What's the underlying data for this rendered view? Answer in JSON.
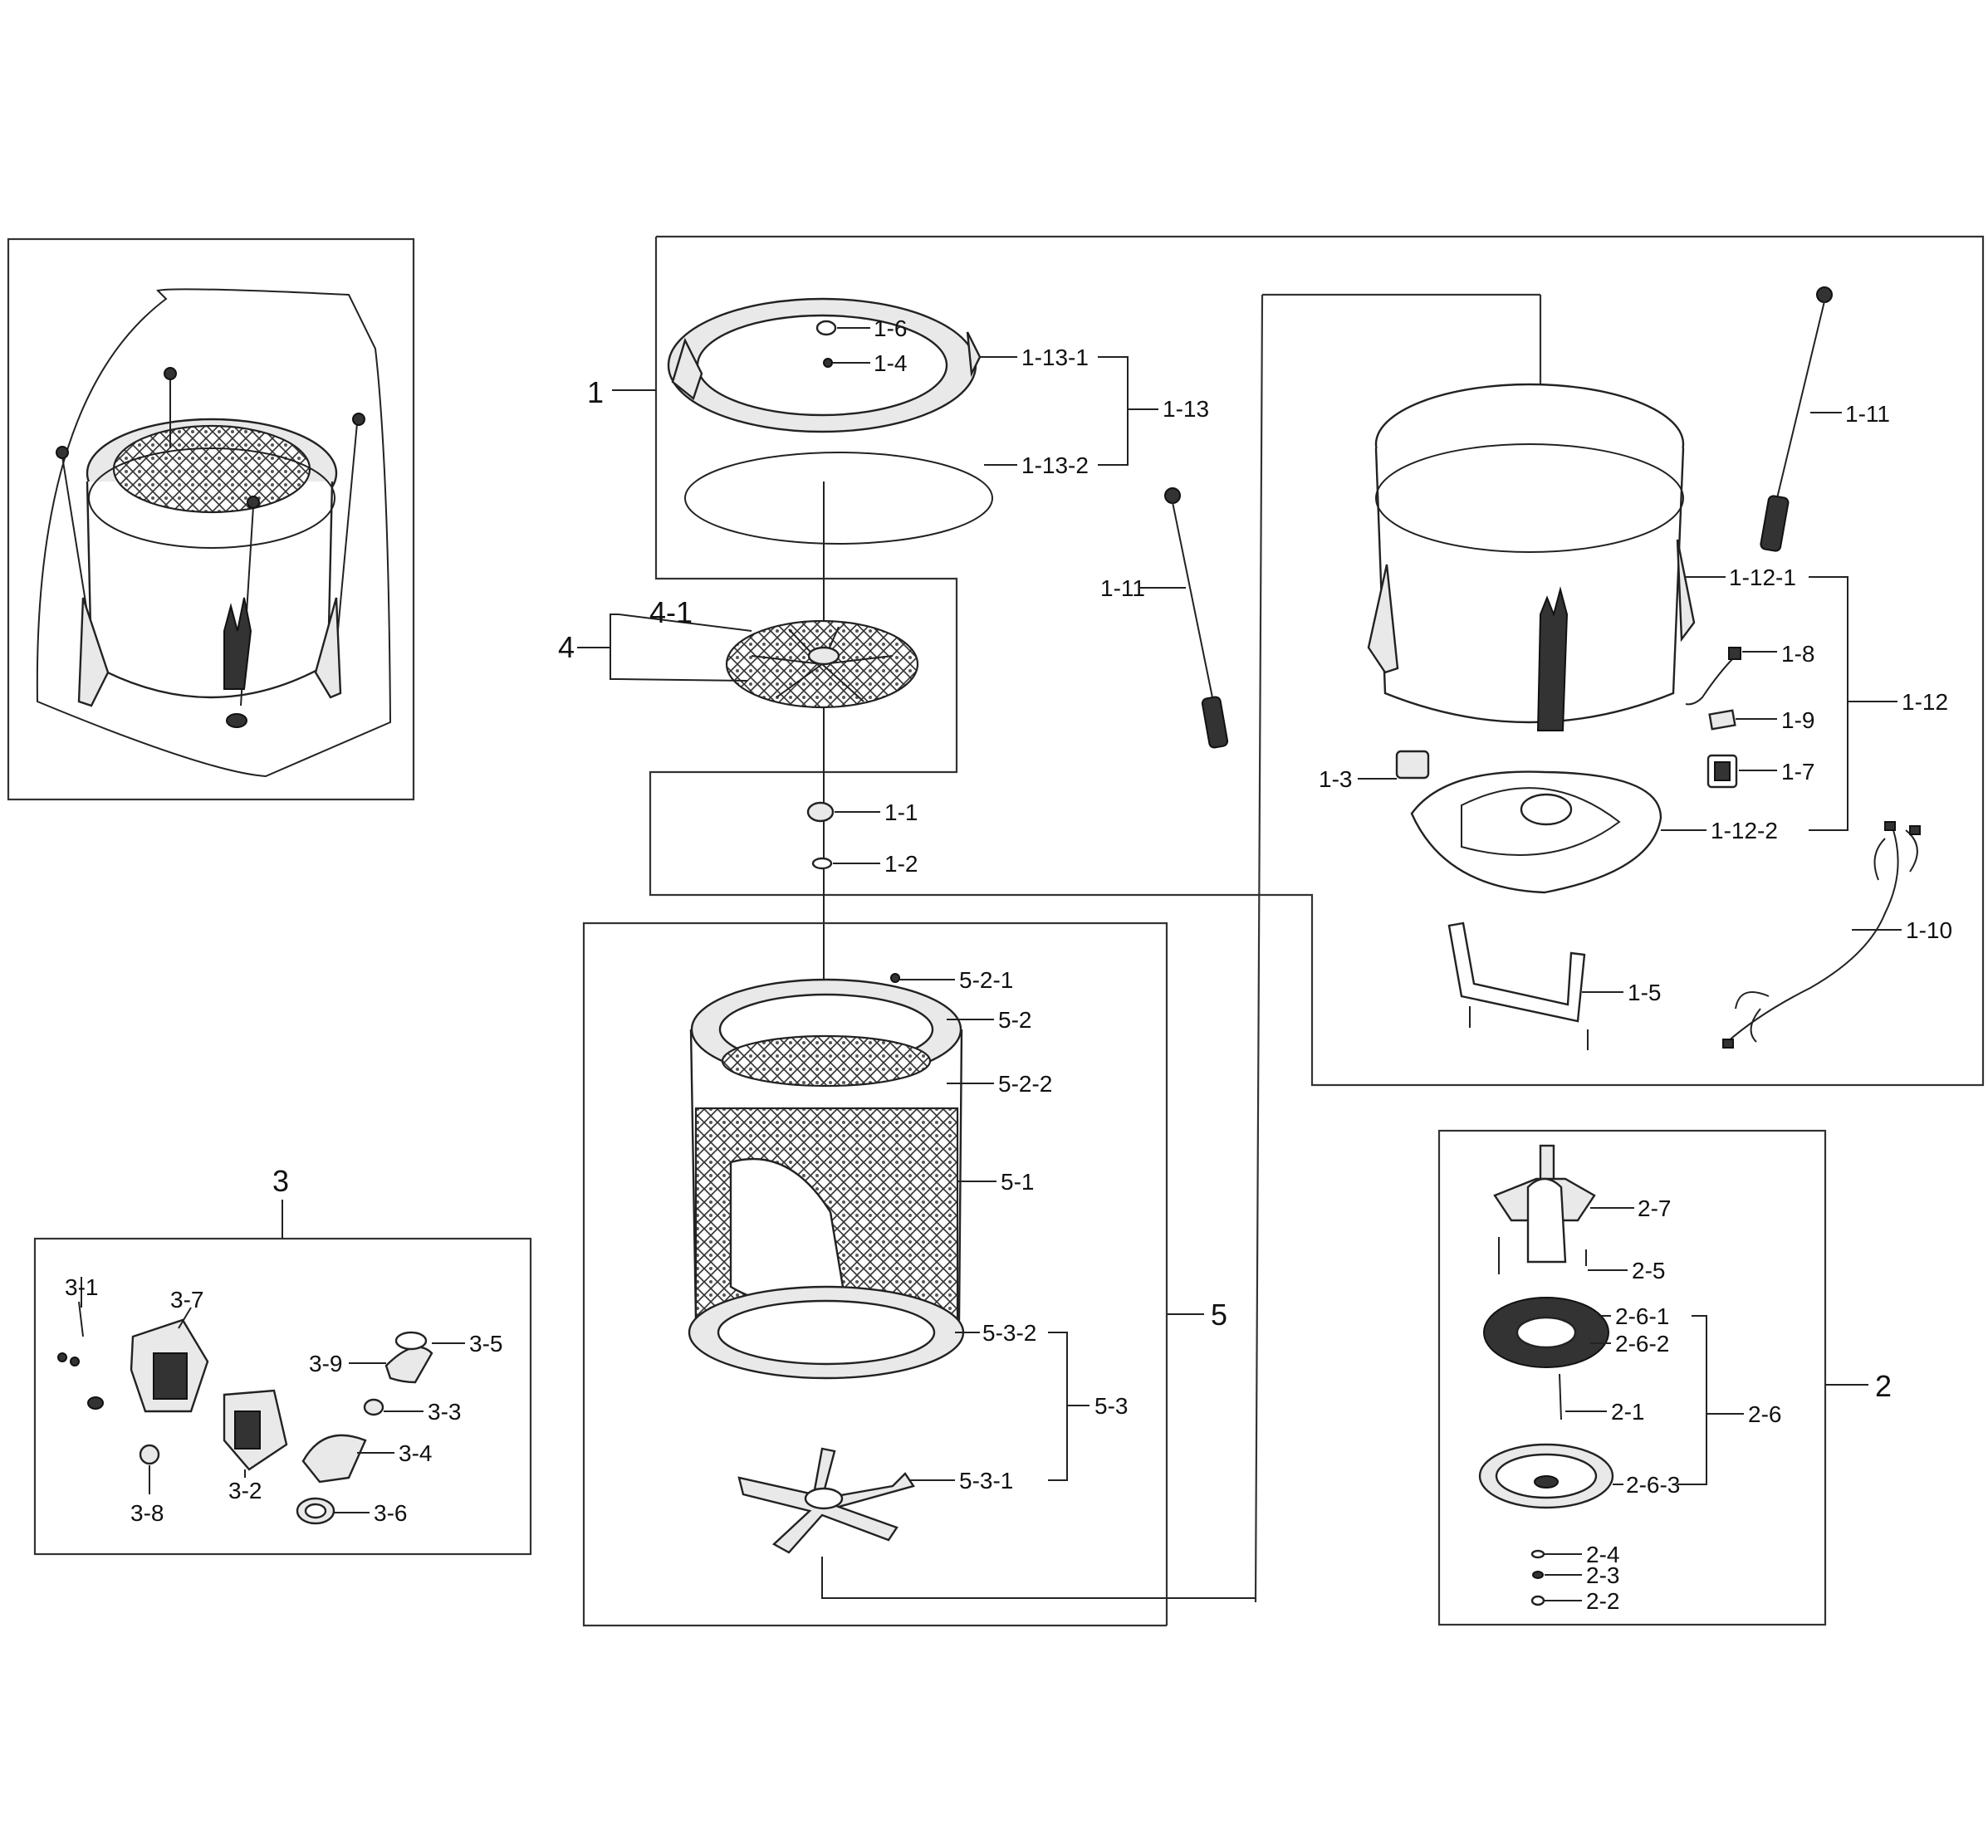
{
  "groups": {
    "g1": "1",
    "g2": "2",
    "g3": "3",
    "g4": "4",
    "g5": "5"
  },
  "labels": {
    "l1_6": "1-6",
    "l1_4": "1-4",
    "l1_13_1": "1-13-1",
    "l1_13": "1-13",
    "l1_13_2": "1-13-2",
    "l1_11a": "1-11",
    "l1_11b": "1-11",
    "l1_12_1": "1-12-1",
    "l1_12": "1-12",
    "l1_8": "1-8",
    "l1_9": "1-9",
    "l1_7": "1-7",
    "l1_3": "1-3",
    "l1_12_2": "1-12-2",
    "l1_10": "1-10",
    "l1_5": "1-5",
    "l1_1": "1-1",
    "l1_2": "1-2",
    "l4_1": "4-1",
    "l5_2_1": "5-2-1",
    "l5_2": "5-2",
    "l5_2_2": "5-2-2",
    "l5_1": "5-1",
    "l5_3_2": "5-3-2",
    "l5_3": "5-3",
    "l5_3_1": "5-3-1",
    "l3_1": "3-1",
    "l3_7": "3-7",
    "l3_5": "3-5",
    "l3_9": "3-9",
    "l3_3": "3-3",
    "l3_4": "3-4",
    "l3_2": "3-2",
    "l3_8": "3-8",
    "l3_6": "3-6",
    "l2_7": "2-7",
    "l2_5": "2-5",
    "l2_6_1": "2-6-1",
    "l2_6_2": "2-6-2",
    "l2_6": "2-6",
    "l2_1": "2-1",
    "l2_6_3": "2-6-3",
    "l2_4": "2-4",
    "l2_3": "2-3",
    "l2_2": "2-2"
  },
  "colors": {
    "line": "#222222",
    "background": "#ffffff"
  }
}
